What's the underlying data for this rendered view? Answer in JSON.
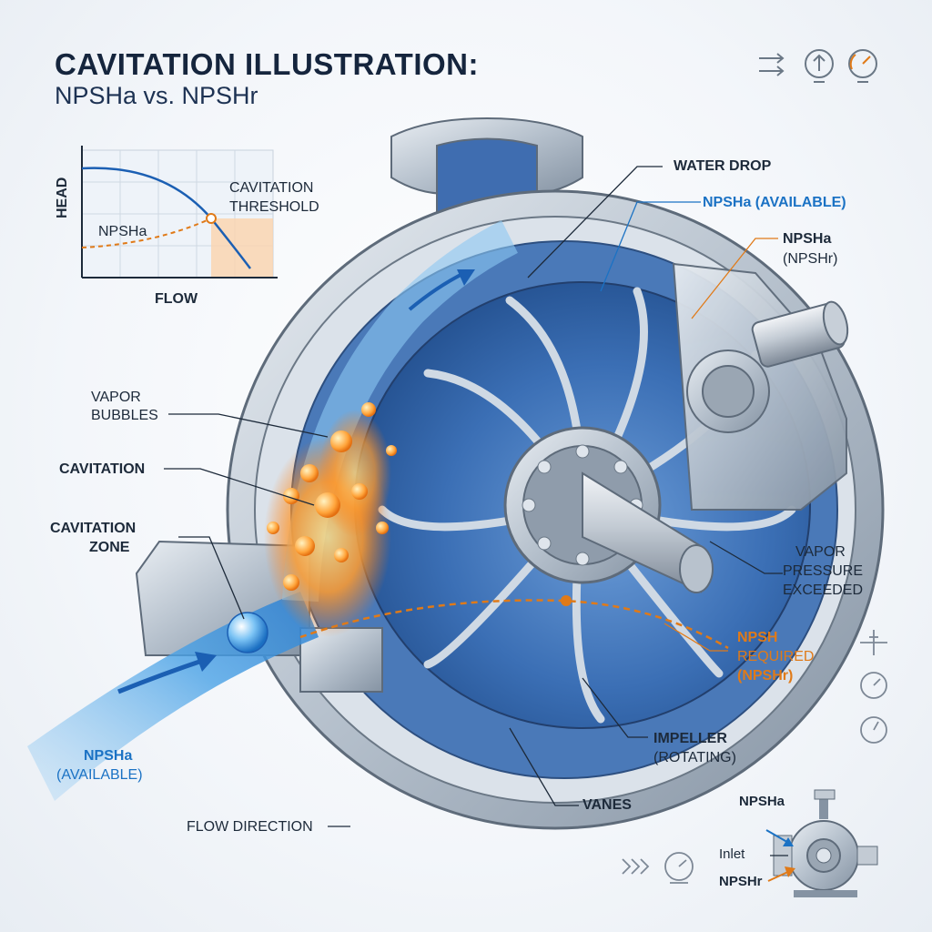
{
  "title": {
    "line1": "CAVITATION ILLUSTRATION:",
    "line2": "NPSHa vs. NPSHr"
  },
  "inset_chart": {
    "ylabel": "HEAD",
    "xlabel": "FLOW",
    "series_label": "NPSHa",
    "threshold_label_1": "CAVITATION",
    "threshold_label_2": "THRESHOLD"
  },
  "callouts": {
    "water_drop": "WATER DROP",
    "npsha_available_top": "NPSHa (AVAILABLE)",
    "npsha_right_1": "NPSHa",
    "npsha_right_2": "(NPSHr)",
    "vapor_bubbles_1": "VAPOR",
    "vapor_bubbles_2": "BUBBLES",
    "cavitation": "CAVITATION",
    "cavitation_zone_1": "CAVITATION",
    "cavitation_zone_2": "ZONE",
    "vapor_pressure_1": "VAPOR",
    "vapor_pressure_2": "PRESSURE",
    "vapor_pressure_3": "EXCEEDED",
    "npsh_required_1": "NPSH",
    "npsh_required_2": "REQUIRED",
    "npsh_required_3": "(NPSHr)",
    "impeller_1": "IMPELLER",
    "impeller_2": "(ROTATING)",
    "vanes": "VANES",
    "flow_direction": "FLOW DIRECTION",
    "npsha_bottom_1": "NPSHa",
    "npsha_bottom_2": "(AVAILABLE)"
  },
  "mini_pump": {
    "npsha": "NPSHa",
    "inlet": "Inlet",
    "npshr": "NPSHr"
  },
  "colors": {
    "accent_blue": "#1b72c4",
    "accent_orange": "#e07a18",
    "pump_blue": "#3d73b8",
    "steel": "#b9c4cf"
  },
  "icons": [
    "flow-arrows-icon",
    "upload-gauge-icon",
    "pressure-gauge-icon",
    "valve-icon",
    "gauge-icon",
    "gauge-icon",
    "fast-forward-icon",
    "speedometer-icon"
  ]
}
